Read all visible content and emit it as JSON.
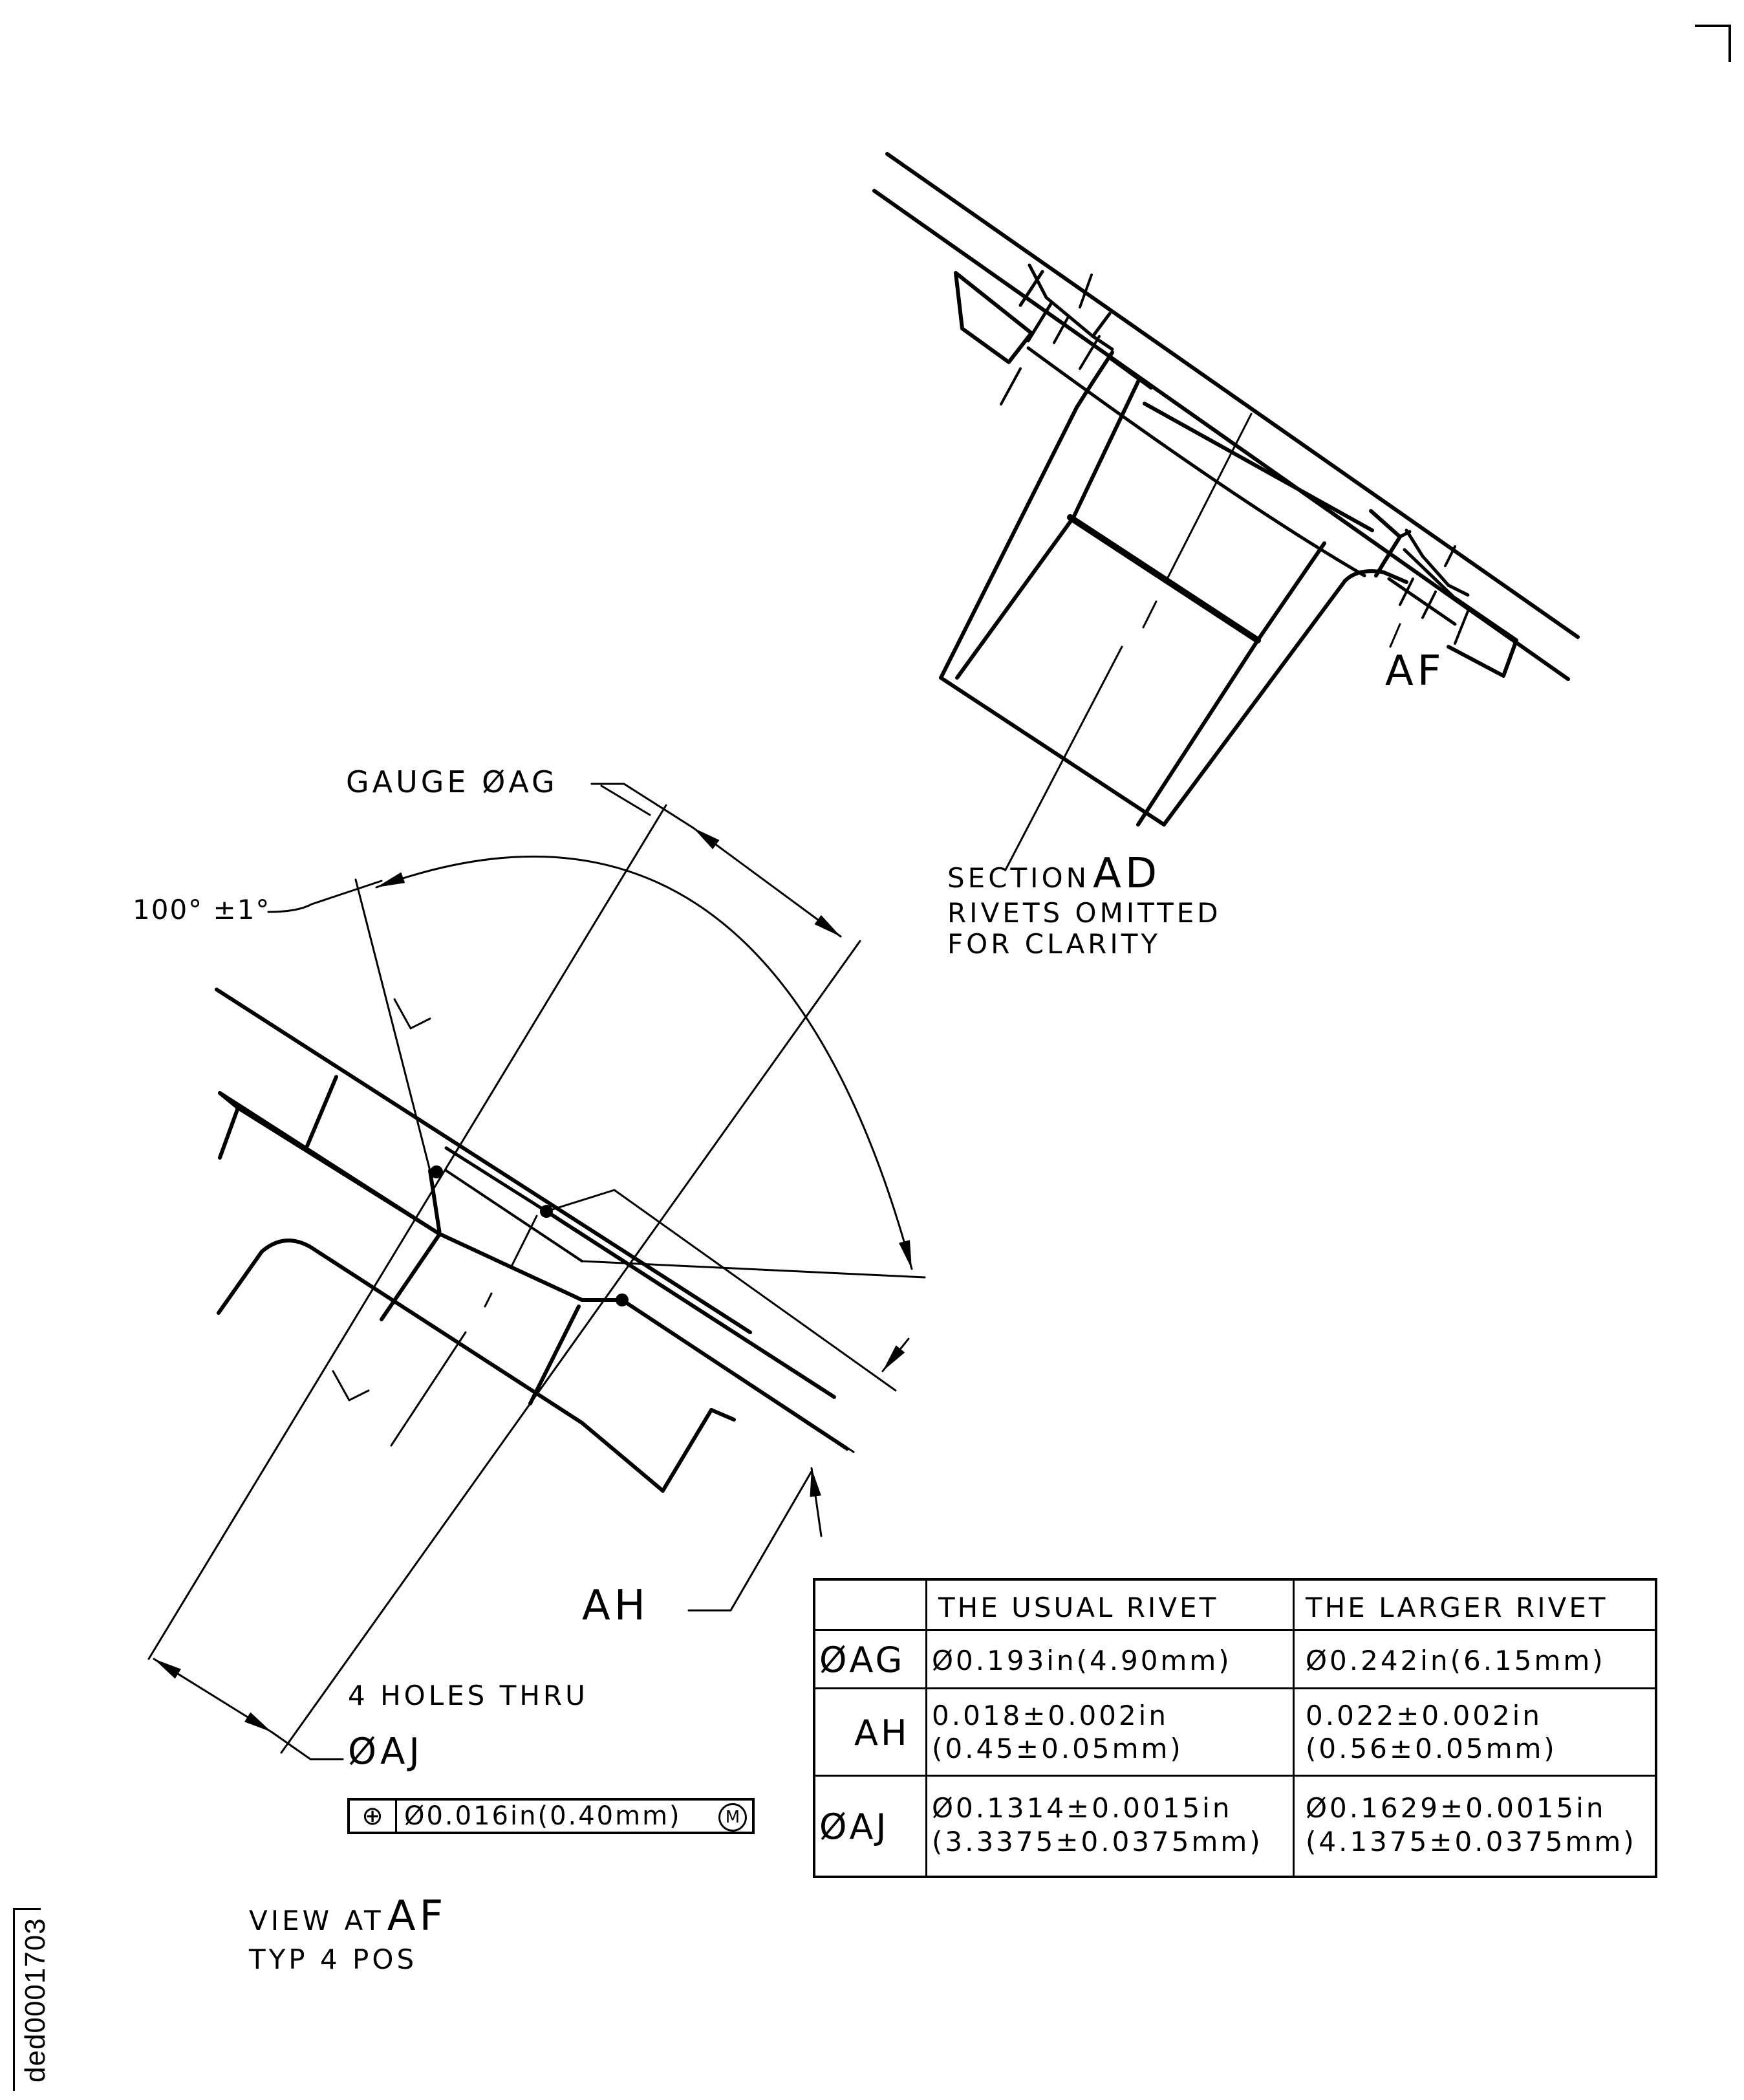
{
  "section_view": {
    "title_prefix": "SECTION",
    "title_ref": "AD",
    "note_line1": "RIVETS OMITTED",
    "note_line2": "FOR CLARITY",
    "callout_af": "AF"
  },
  "detail_view": {
    "gauge_label": "GAUGE ØAG",
    "angle_label": "100° ±1°",
    "ah_label": "AH",
    "holes_label": "4 HOLES THRU",
    "aj_label": "ØAJ",
    "fcf": {
      "symbol": "⊕",
      "tolerance": "Ø0.016in(0.40mm)",
      "modifier": "M"
    },
    "view_prefix": "VIEW AT",
    "view_ref": "AF",
    "typ_label": "TYP 4 POS"
  },
  "rivet_table": {
    "headers": [
      "",
      "THE USUAL RIVET",
      "THE LARGER RIVET"
    ],
    "rows": [
      {
        "key": "ØAG",
        "usual": [
          "Ø0.193in(4.90mm)"
        ],
        "larger": [
          "Ø0.242in(6.15mm)"
        ]
      },
      {
        "key": "AH",
        "usual": [
          "0.018±0.002in",
          "(0.45±0.05mm)"
        ],
        "larger": [
          "0.022±0.002in",
          "(0.56±0.05mm)"
        ]
      },
      {
        "key": "ØAJ",
        "usual": [
          "Ø0.1314±0.0015in",
          "(3.3375±0.0375mm)"
        ],
        "larger": [
          "Ø0.1629±0.0015in",
          "(4.1375±0.0375mm)"
        ]
      }
    ]
  },
  "drawing_id": "ded0001703"
}
